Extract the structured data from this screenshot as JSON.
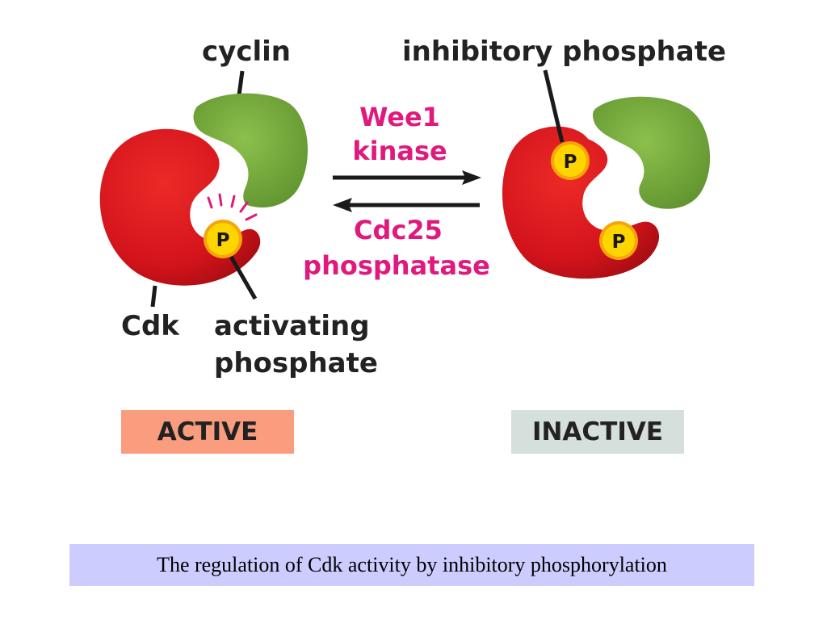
{
  "diagram": {
    "labels": {
      "cyclin": "cyclin",
      "inhibitory_phosphate": "inhibitory phosphate",
      "cdk": "Cdk",
      "activating_phosphate_line1": "activating",
      "activating_phosphate_line2": "phosphate"
    },
    "forward_enzyme": {
      "line1": "Wee1",
      "line2": "kinase"
    },
    "reverse_enzyme": {
      "line1": "Cdc25",
      "line2": "phosphatase"
    },
    "phosphate_symbol": "P",
    "states": {
      "active": "ACTIVE",
      "inactive": "INACTIVE"
    },
    "colors": {
      "cdk": "#d2131b",
      "cyclin": "#7aae3c",
      "phosphate": "#ffd500",
      "enzyme_text": "#e0197d",
      "active_box": "#f99d7e",
      "inactive_box": "#d5dfdc",
      "caption_box": "#ccccff"
    }
  },
  "caption": "The regulation of Cdk activity by inhibitory phosphorylation"
}
